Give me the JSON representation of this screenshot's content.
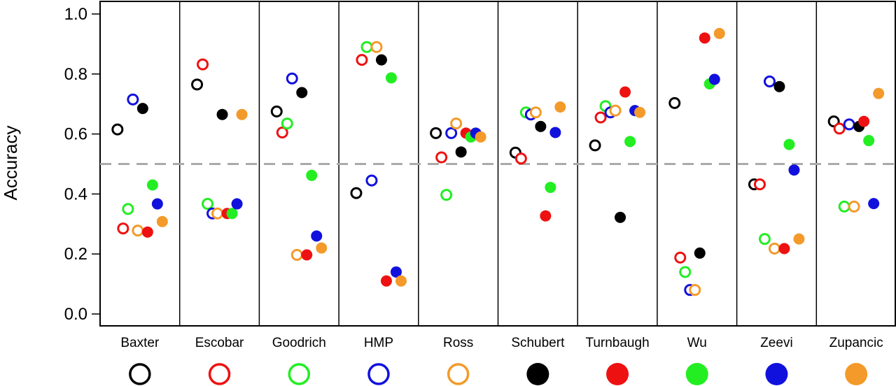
{
  "chart_data": {
    "type": "scatter",
    "ylabel": "Accuracy",
    "ylim": [
      0,
      1
    ],
    "yticks": [
      "0.0",
      "0.2",
      "0.4",
      "0.6",
      "0.8",
      "1.0"
    ],
    "reference_line": 0.5,
    "categories": [
      "Baxter",
      "Escobar",
      "Goodrich",
      "HMP",
      "Ross",
      "Schubert",
      "Turnbaugh",
      "Wu",
      "Zeevi",
      "Zupancic"
    ],
    "legend_colors": [
      "#000000",
      "#ee1111",
      "#22ee22",
      "#1111dd",
      "#f39a2a",
      "#000000",
      "#ee1111",
      "#22ee22",
      "#1111dd",
      "#f39a2a"
    ],
    "legend_filled": [
      false,
      false,
      false,
      false,
      false,
      true,
      true,
      true,
      true,
      true
    ],
    "series_values": [
      [
        0.615,
        0.765,
        0.675,
        0.403,
        0.603,
        0.538,
        0.562,
        0.703,
        0.432,
        0.642
      ],
      [
        0.285,
        0.832,
        0.605,
        0.847,
        0.522,
        0.518,
        0.655,
        0.188,
        0.432,
        0.618
      ],
      [
        0.35,
        0.367,
        0.635,
        0.89,
        0.397,
        0.672,
        0.693,
        0.14,
        0.25,
        0.358
      ],
      [
        0.715,
        0.335,
        0.785,
        0.445,
        0.603,
        0.665,
        0.672,
        0.08,
        0.775,
        0.632
      ],
      [
        0.278,
        0.335,
        0.197,
        0.89,
        0.635,
        0.672,
        0.678,
        0.08,
        0.218,
        0.358
      ],
      [
        0.685,
        0.665,
        0.738,
        0.847,
        0.54,
        0.625,
        0.322,
        0.203,
        0.758,
        0.625
      ],
      [
        0.273,
        0.335,
        0.197,
        0.11,
        0.603,
        0.327,
        0.74,
        0.92,
        0.218,
        0.642
      ],
      [
        0.43,
        0.335,
        0.462,
        0.787,
        0.59,
        0.422,
        0.575,
        0.767,
        0.565,
        0.578
      ],
      [
        0.367,
        0.367,
        0.26,
        0.14,
        0.603,
        0.605,
        0.678,
        0.782,
        0.48,
        0.368
      ],
      [
        0.308,
        0.665,
        0.22,
        0.11,
        0.59,
        0.69,
        0.672,
        0.935,
        0.25,
        0.735
      ]
    ]
  }
}
